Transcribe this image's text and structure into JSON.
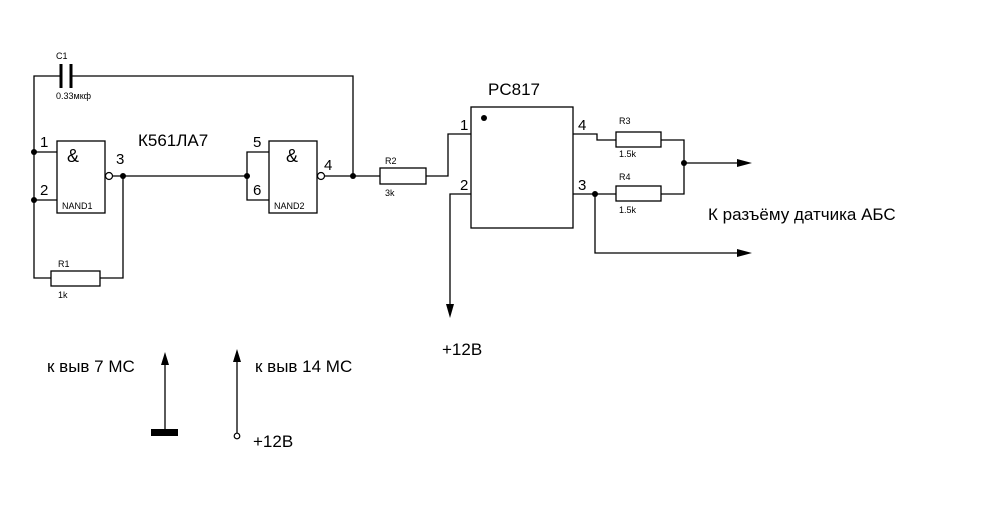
{
  "circuit": {
    "chip_label": "К561ЛА7",
    "gate1": {
      "symbol": "&",
      "name": "NAND1",
      "pin_in_a": "1",
      "pin_in_b": "2",
      "pin_out": "3"
    },
    "gate2": {
      "symbol": "&",
      "name": "NAND2",
      "pin_in_a": "5",
      "pin_in_b": "6",
      "pin_out": "4"
    },
    "c1": {
      "ref": "C1",
      "value": "0.33мкф"
    },
    "r1": {
      "ref": "R1",
      "value": "1k"
    },
    "r2": {
      "ref": "R2",
      "value": "3k"
    },
    "r3": {
      "ref": "R3",
      "value": "1.5k"
    },
    "r4": {
      "ref": "R4",
      "value": "1.5k"
    },
    "optocoupler": {
      "name": "PC817",
      "pin1": "1",
      "pin2": "2",
      "pin3": "3",
      "pin4": "4"
    },
    "supply_12v_label": "+12В",
    "connector_label": "К разъёму датчика АБС",
    "pin7_label": "к выв 7 МС",
    "pin14_label": "к выв 14 МС",
    "supply_12v_label_2": "+12В"
  }
}
